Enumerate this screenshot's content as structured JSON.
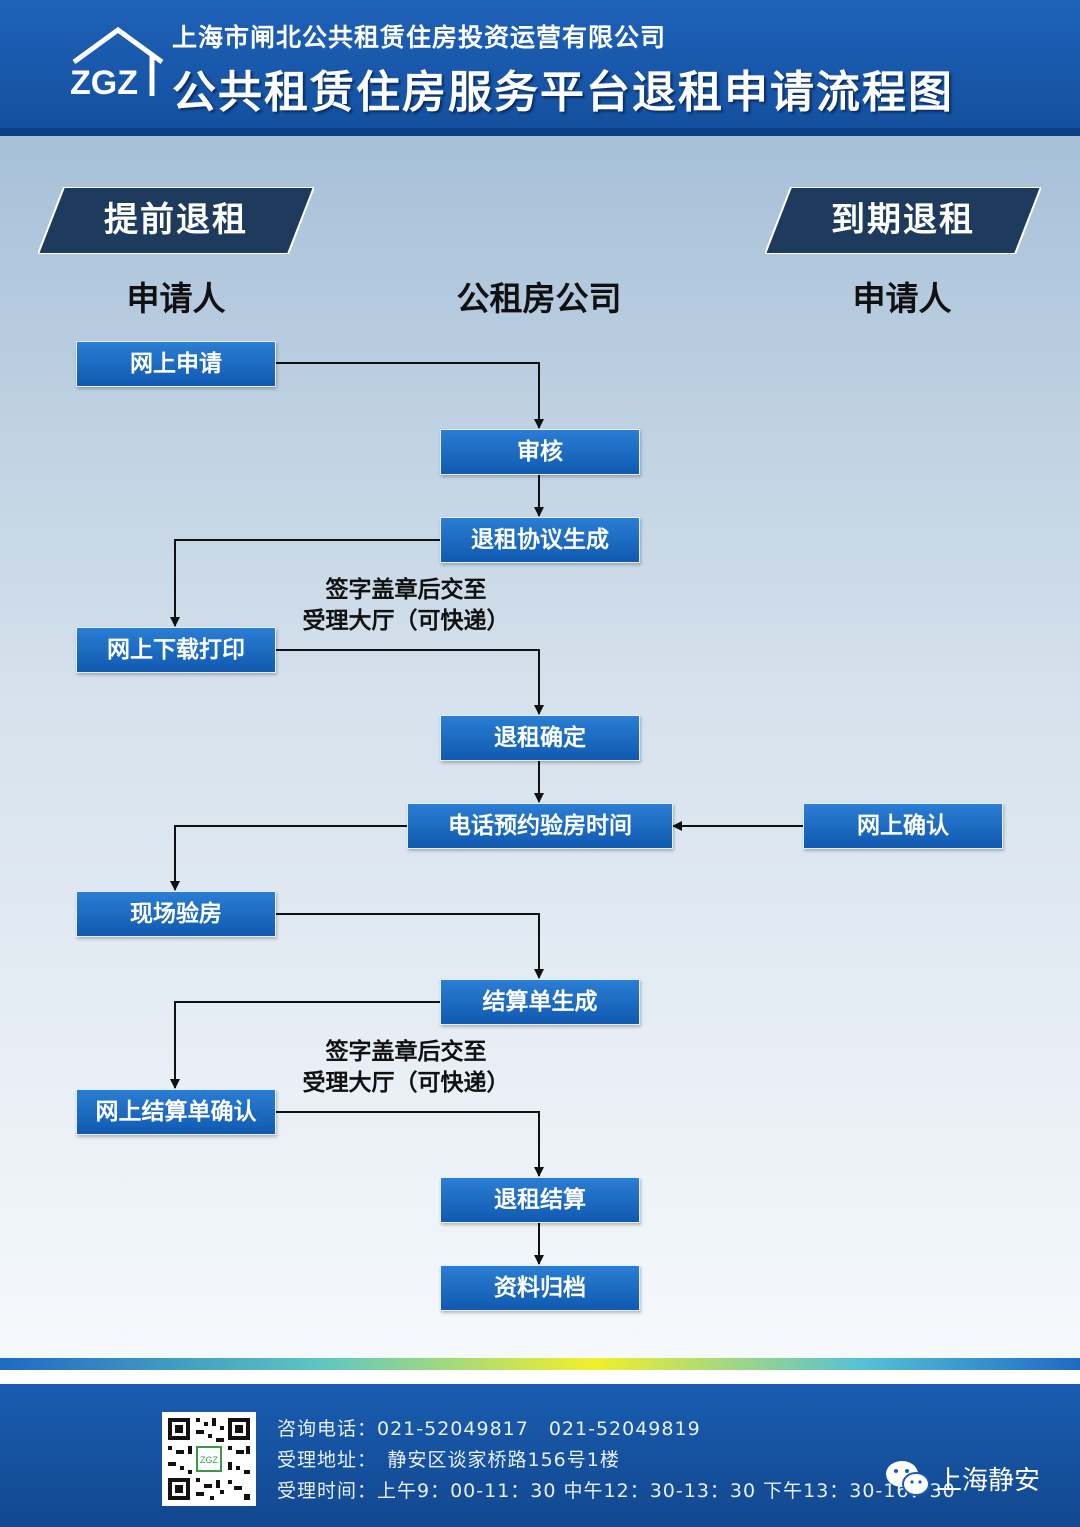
{
  "header": {
    "company": "上海市闸北公共租赁住房投资运营有限公司",
    "title": "公共租赁住房服务平台退租申请流程图",
    "logo_text": "ZGZ"
  },
  "sections": {
    "early": "提前退租",
    "expiry": "到期退租"
  },
  "columns": {
    "applicant_left": "申请人",
    "company": "公租房公司",
    "applicant_right": "申请人"
  },
  "steps": {
    "online_apply": "网上申请",
    "review": "审核",
    "agreement": "退租协议生成",
    "download_print": "网上下载打印",
    "confirm_lease_end": "退租确定",
    "phone_booking": "电话预约验房时间",
    "online_confirm": "网上确认",
    "onsite_inspection": "现场验房",
    "statement": "结算单生成",
    "online_statement_confirm": "网上结算单确认",
    "settlement": "退租结算",
    "archive": "资料归档"
  },
  "notes": {
    "note1": [
      "签字盖章后交至",
      "受理大厅（可快递）"
    ],
    "note2": [
      "签字盖章后交至",
      "受理大厅（可快递）"
    ]
  },
  "footer": {
    "phone": "咨询电话：021-52049817　021-52049819",
    "address": "受理地址：　静安区谈家桥路156号1楼",
    "hours": "受理时间：上午9：00-11：30 中午12：30-13：30 下午13：30-16：30",
    "brand": "上海静安",
    "qr_badge": "ZGZ"
  },
  "colors": {
    "primary_blue": "#1a5cb0",
    "box_blue": "#105ab0",
    "banner_navy": "#1e3a5c"
  }
}
